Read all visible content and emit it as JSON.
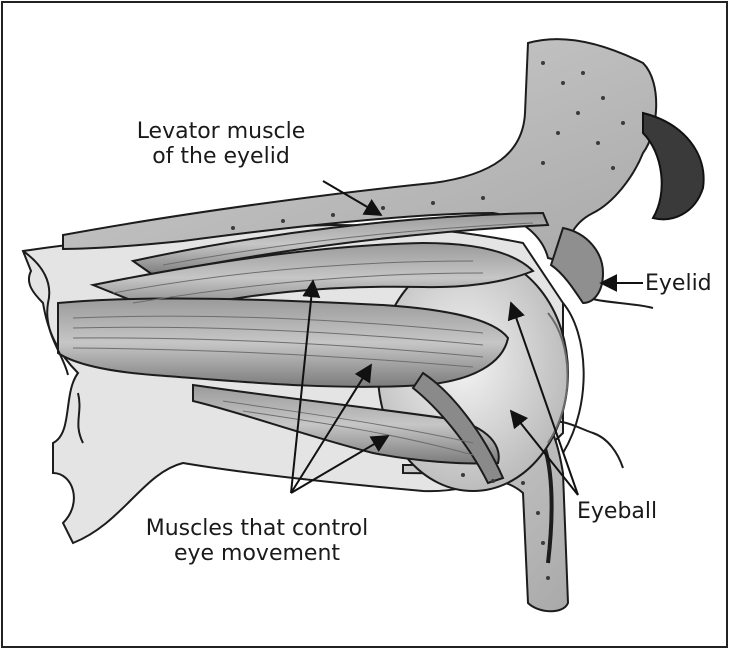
{
  "labels": {
    "levator_line1": "Levator muscle",
    "levator_line2": "of the eyelid",
    "eyelid": "Eyelid",
    "muscles_line1": "Muscles that control",
    "muscles_line2": "eye movement",
    "eyeball": "Eyeball"
  },
  "colors": {
    "outline": "#1c1c1c",
    "bone": "#bdbdbd",
    "bone_speckle": "#3a3a3a",
    "muscle": "#8a8a8a",
    "muscle_light": "#b4b4b4",
    "tissue": "#dcdcdc",
    "eyeball": "#e8e8e8",
    "background": "#ffffff"
  }
}
